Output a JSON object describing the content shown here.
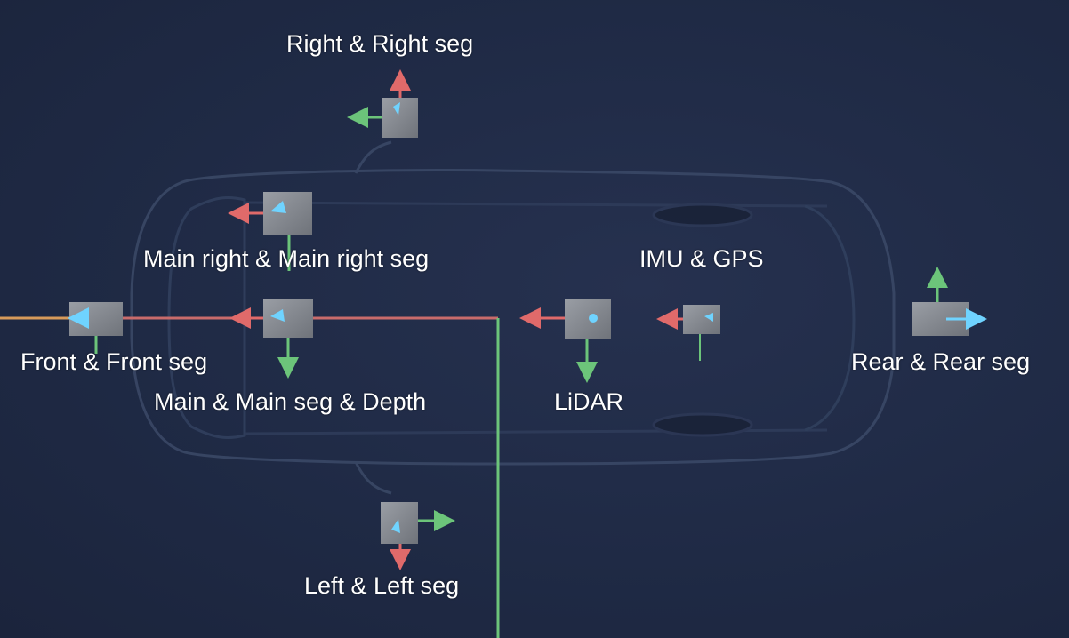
{
  "labels": {
    "right": "Right & Right seg",
    "main_right": "Main right & Main right seg",
    "imu_gps": "IMU & GPS",
    "front": "Front & Front seg",
    "rear": "Rear & Rear seg",
    "main": "Main & Main seg & Depth",
    "lidar": "LiDAR",
    "left": "Left & Left seg"
  },
  "colors": {
    "background": "#1f2a45",
    "axis_x_red": "#e06a6a",
    "axis_y_green": "#6cc47a",
    "axis_cyan": "#6fd3ff",
    "cube": "#8a8e95",
    "car_outline": "#3a4866"
  }
}
